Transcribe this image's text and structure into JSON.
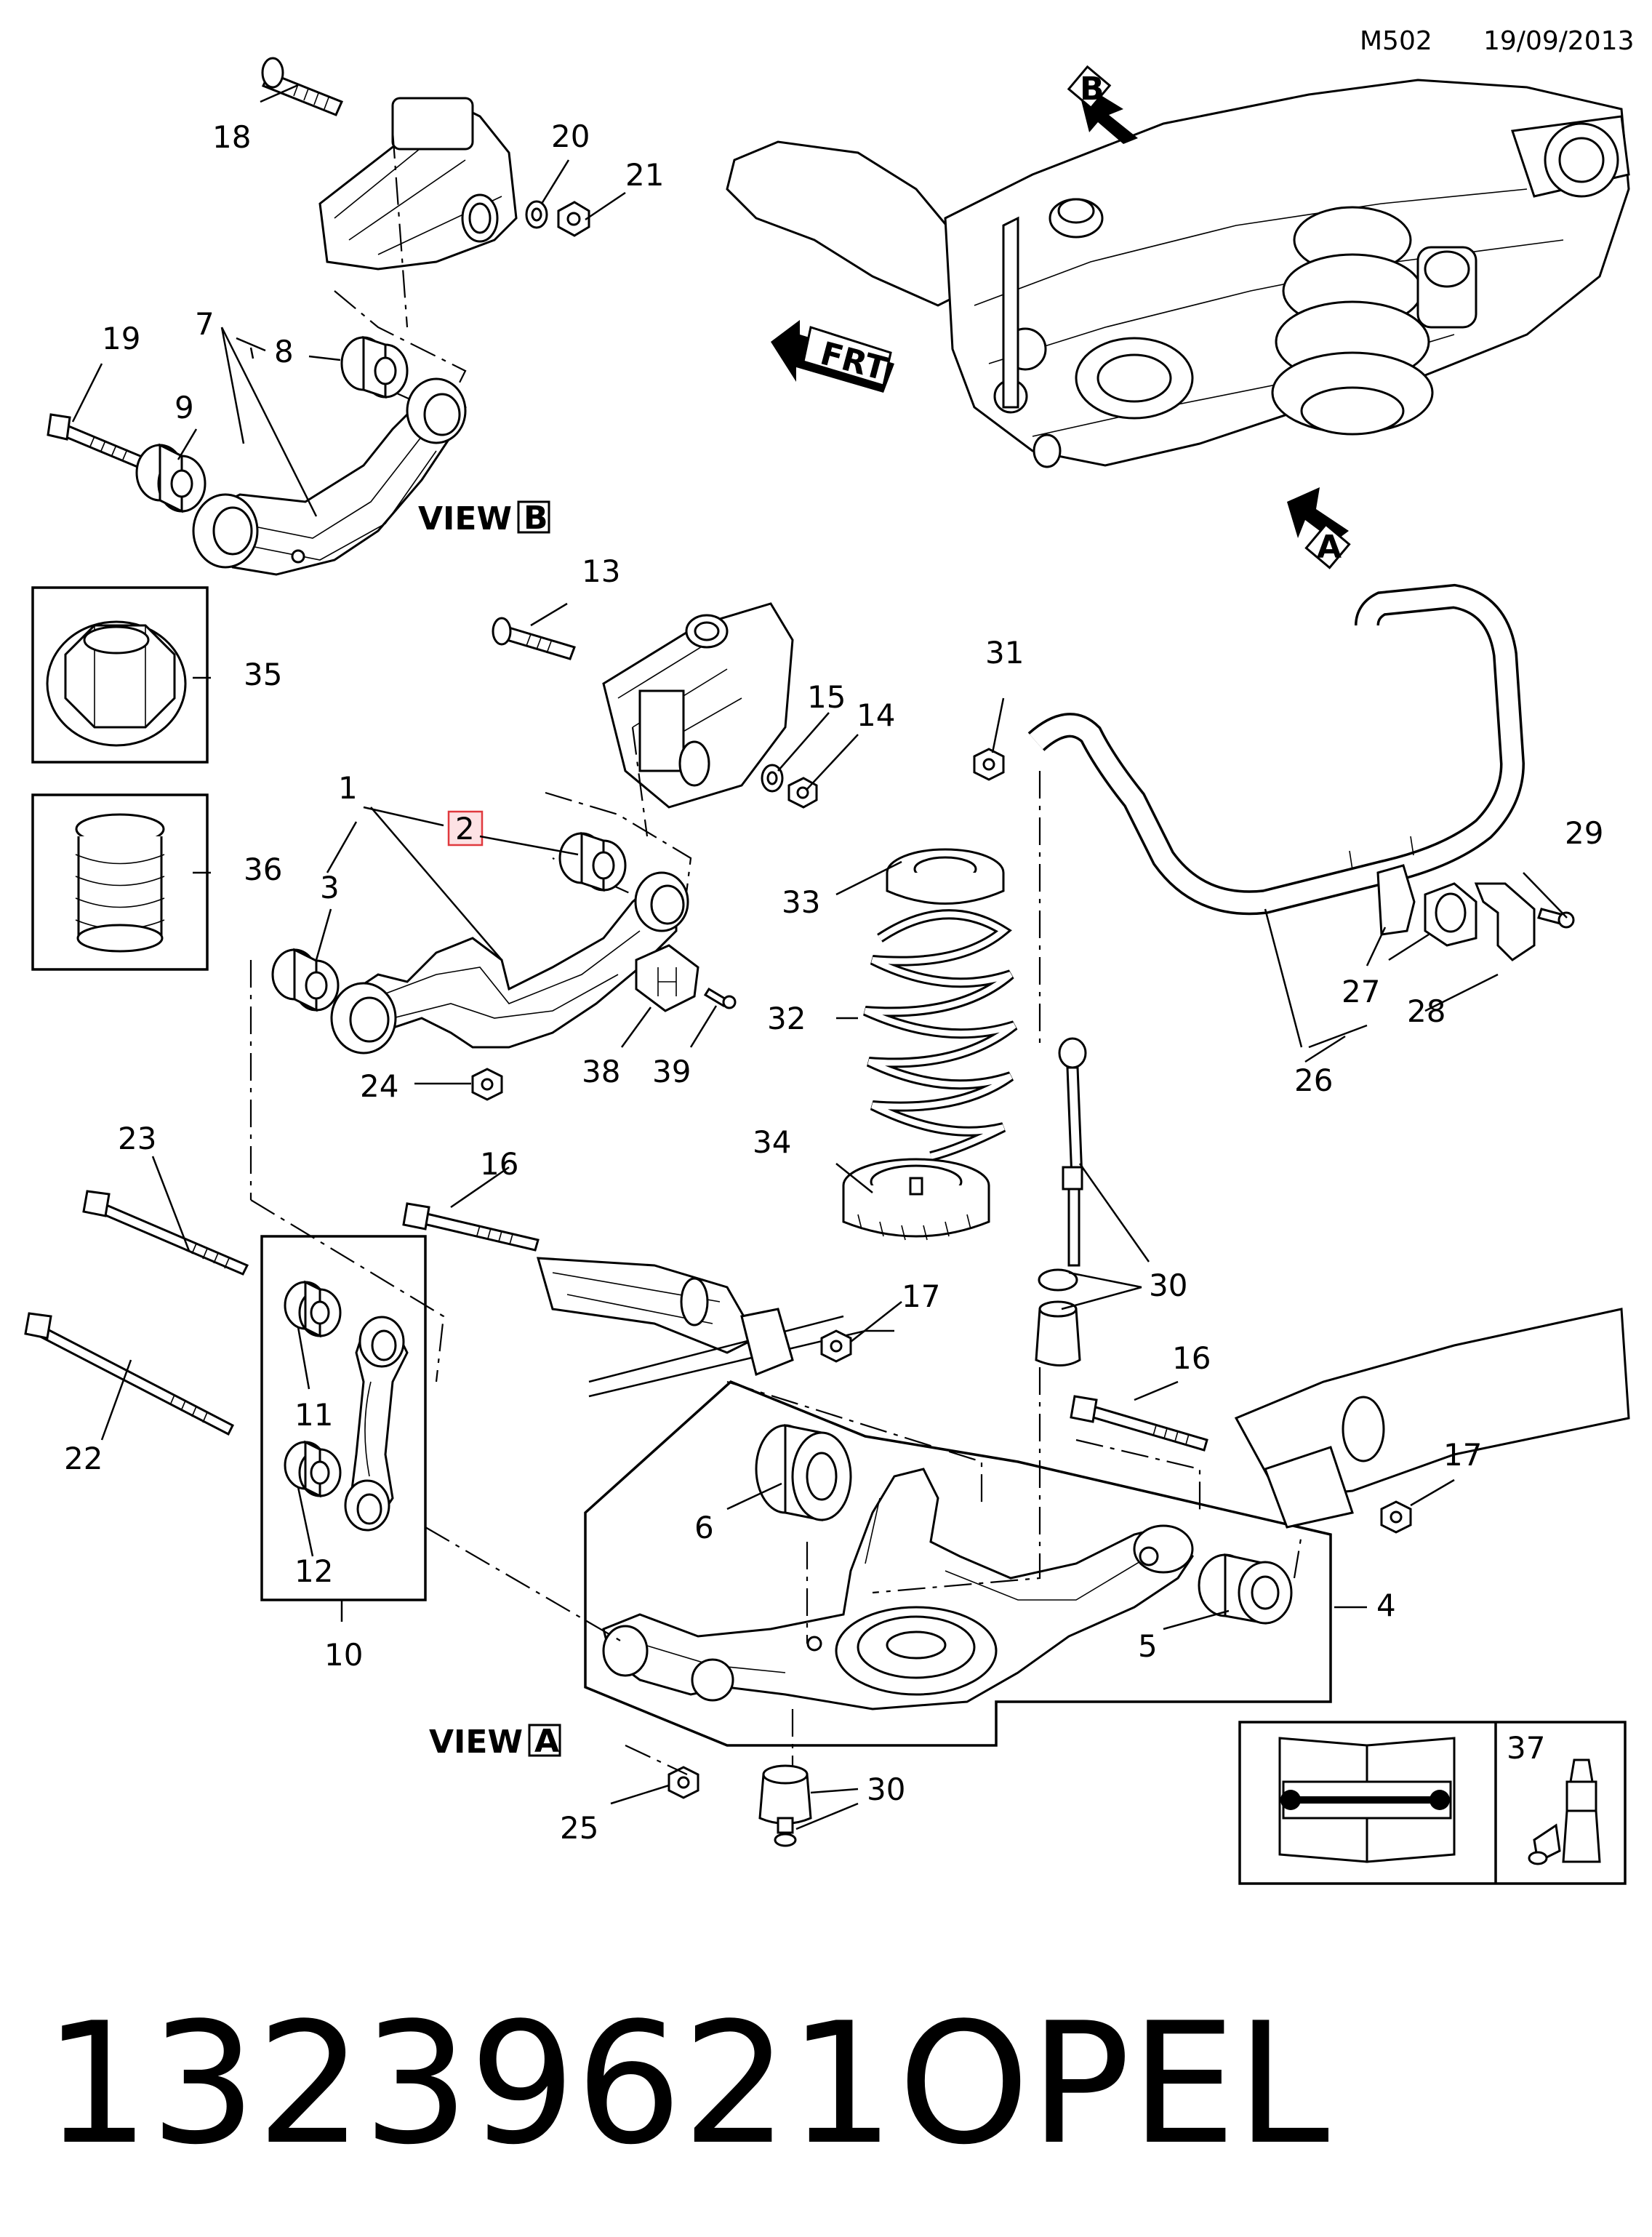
{
  "header": {
    "code": "M502",
    "date": "19/09/2013"
  },
  "views": {
    "view_b": "VIEW",
    "view_b_letter": "B",
    "view_a": "VIEW",
    "view_a_letter": "A"
  },
  "arrows": {
    "b_letter": "B",
    "a_letter": "A",
    "front_text": "FRT"
  },
  "callouts": {
    "c1": "1",
    "c2": "2",
    "c3": "3",
    "c4": "4",
    "c5": "5",
    "c6": "6",
    "c7": "7",
    "c8": "8",
    "c9": "9",
    "c10": "10",
    "c11": "11",
    "c12": "12",
    "c13": "13",
    "c14": "14",
    "c15": "15",
    "c16a": "16",
    "c16b": "16",
    "c17a": "17",
    "c17b": "17",
    "c18": "18",
    "c19": "19",
    "c20": "20",
    "c21": "21",
    "c22": "22",
    "c23": "23",
    "c24": "24",
    "c25": "25",
    "c26": "26",
    "c27": "27",
    "c28": "28",
    "c29": "29",
    "c30a": "30",
    "c30b": "30",
    "c31": "31",
    "c32": "32",
    "c33": "33",
    "c34": "34",
    "c35": "35",
    "c36": "36",
    "c37": "37",
    "c38": "38",
    "c39": "39"
  },
  "highlight": {
    "color": "#e0393e",
    "fill": "#fde2e4"
  },
  "footer": {
    "part_number": "13239621",
    "brand": "OPEL"
  }
}
